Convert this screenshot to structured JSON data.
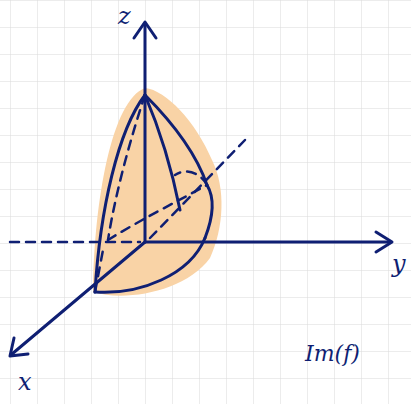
{
  "diagram": {
    "labels": [
      "z",
      "y",
      "x",
      "Im(f)"
    ]
  }
}
